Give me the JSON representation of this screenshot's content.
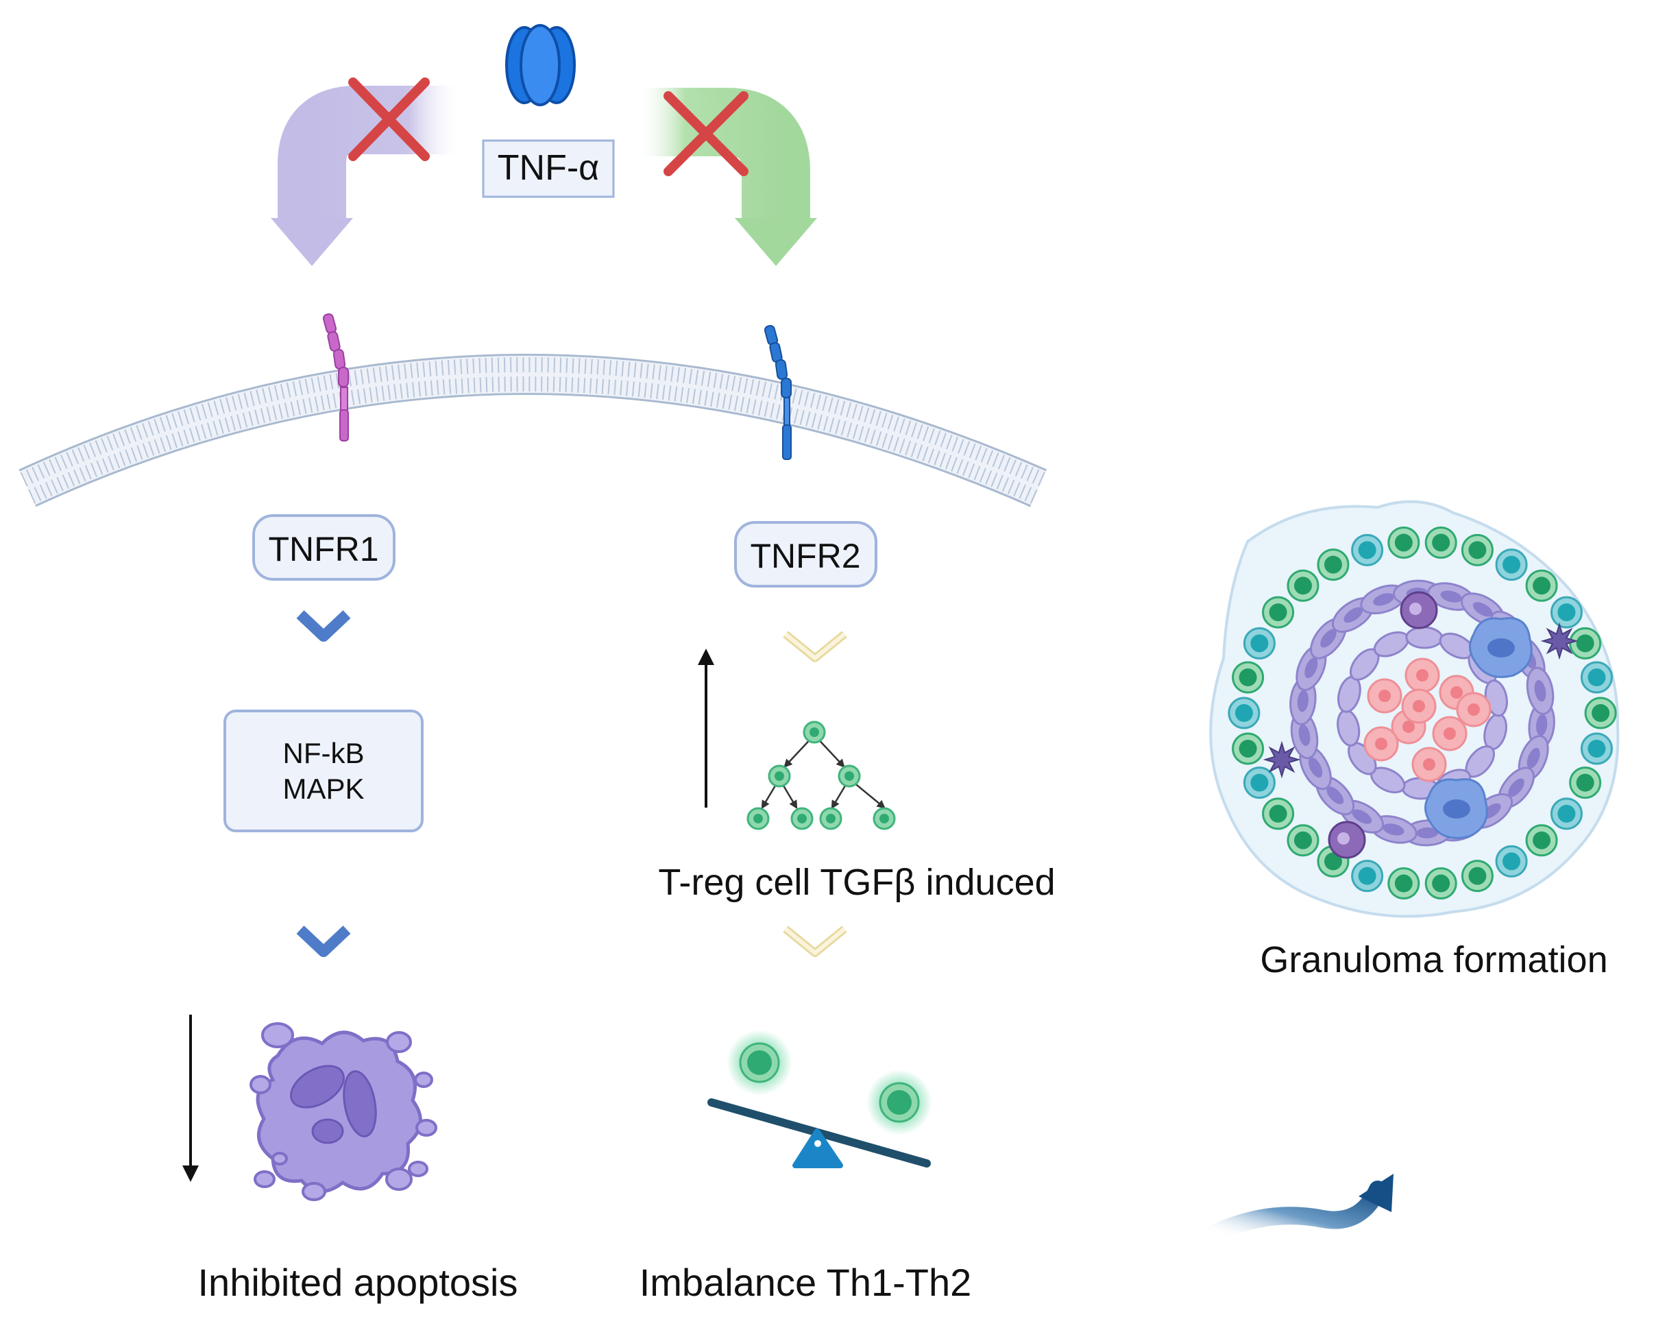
{
  "labels": {
    "tnf_alpha": "TNF-α",
    "tnfr1": "TNFR1",
    "tnfr2": "TNFR2",
    "nfkb_line1": "NF-kB",
    "nfkb_line2": "MAPK",
    "treg": "T-reg cell TGFβ induced",
    "inhibited_apoptosis": "Inhibited apoptosis",
    "imbalance": "Imbalance Th1-Th2",
    "granuloma": "Granuloma formation"
  },
  "colors": {
    "left_arrow": "#c9c3e8",
    "right_arrow": "#a8dba3",
    "cross": "#d64545",
    "box_fill": "#eef2fb",
    "box_stroke": "#9fb4dd",
    "chevron_blue": "#4f7cc9",
    "chevron_yellow": "#efe3b4",
    "membrane": "#c8d4e3",
    "tnfr1_receptor": "#c868c8",
    "tnfr2_receptor": "#2b78d4",
    "tnf_trimer": "#1c74e0",
    "green_cell": "#2faa72",
    "apoptotic_cell": "#a99be0",
    "seesaw_bar": "#1f4f6b",
    "seesaw_fulcrum": "#1a86c8",
    "curved_arrow": "#1f5e94"
  }
}
